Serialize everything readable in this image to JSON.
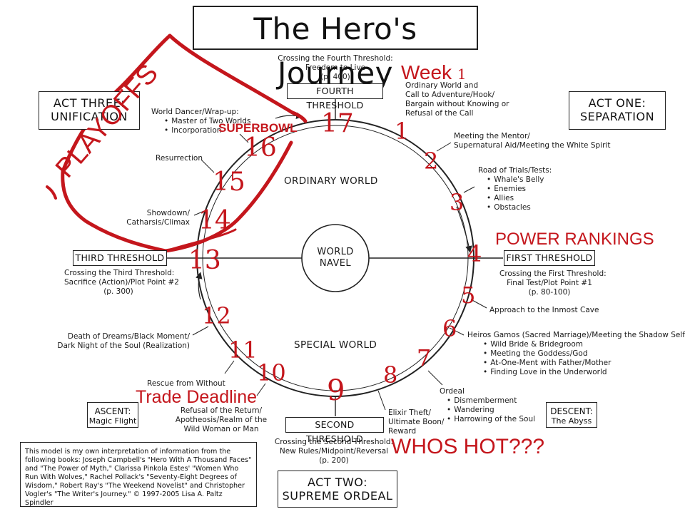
{
  "title": "The Hero's Journey",
  "acts": {
    "act_one": [
      "ACT ONE:",
      "SEPARATION"
    ],
    "act_two": [
      "ACT TWO:",
      "SUPREME ORDEAL"
    ],
    "act_three": [
      "ACT THREE:",
      "UNIFICATION"
    ],
    "ascent": [
      "ASCENT:",
      "Magic Flight"
    ],
    "descent": [
      "DESCENT:",
      "The Abyss"
    ]
  },
  "thresholds": {
    "first": "FIRST THRESHOLD",
    "second": "SECOND THRESHOLD",
    "third": "THIRD THRESHOLD",
    "fourth": "FOURTH THRESHOLD"
  },
  "worlds": {
    "ordinary": "ORDINARY WORLD",
    "special": "SPECIAL WORLD",
    "navel": [
      "WORLD",
      "NAVEL"
    ]
  },
  "stages": {
    "fourth_crossing": [
      "Crossing the Fourth Threshold:",
      "Freedom to Live",
      "(p. 400)"
    ],
    "ordinary_call": [
      "Ordinary World and",
      "Call to Adventure/Hook/",
      "Bargain without Knowing or",
      "Refusal of the Call"
    ],
    "mentor": [
      "Meeting the Mentor/",
      "Supernatural Aid/Meeting the White Spirit"
    ],
    "trials_title": "Road of Trials/Tests:",
    "trials_items": [
      "Whale's Belly",
      "Enemies",
      "Allies",
      "Obstacles"
    ],
    "first_crossing": [
      "Crossing the First Threshold:",
      "Final Test/Plot Point #1",
      "(p. 80-100)"
    ],
    "inmost_cave": "Approach to the Inmost Cave",
    "hieros_title": "Heiros Gamos (Sacred Marriage)/Meeting the Shadow Self",
    "hieros_items": [
      "Wild Bride & Bridegroom",
      "Meeting the Goddess/God",
      "At-One-Ment with Father/Mother",
      "Finding Love in the Underworld"
    ],
    "ordeal_title": "Ordeal",
    "ordeal_items": [
      "Dismemberment",
      "Wandering",
      "Harrowing of the Soul"
    ],
    "elixir": [
      "Elixir Theft/",
      "Ultimate Boon/",
      "Reward"
    ],
    "second_crossing": [
      "Crossing the Second Threshold:",
      "New Rules/Midpoint/Reversal",
      "(p. 200)"
    ],
    "refusal_return": [
      "Refusal of the Return/",
      "Apotheosis/Realm of the",
      "Wild Woman or Man"
    ],
    "rescue": "Rescue from Without",
    "death_dreams": [
      "Death of Dreams/Black Moment/",
      "Dark Night of the Soul (Realization)"
    ],
    "third_crossing": [
      "Crossing the Third Threshold:",
      "Sacrifice (Action)/Plot Point #2",
      "(p. 300)"
    ],
    "showdown": [
      "Showdown/",
      "Catharsis/Climax"
    ],
    "resurrection": "Resurrection",
    "dancer_title": "World Dancer/Wrap-up:",
    "dancer_items": [
      "Master of Two Worlds",
      "Incorporation"
    ]
  },
  "credits": "This model is my own interpretation of information from the following books: Joseph Campbell's \"Hero With A Thousand Faces\" and \"The Power of Myth,\" Clarissa Pinkola Estes' \"Women Who Run With Wolves,\" Rachel Pollack's \"Seventy-Eight Degrees of Wisdom,\" Robert Ray's \"The Weekend Novelist\" and Christopher Vogler's \"The Writer's Journey.\" © 1997-2005 Lisa A. Paltz Spindler",
  "annotations": {
    "week": "Week",
    "week_num": "1",
    "power_rankings": "POWER RANKINGS",
    "superbowl": "SUPERBOWL",
    "playoffs": "PLAYOFFS",
    "trade_deadline": "Trade Deadline",
    "whos_hot": "WHOS HOT???"
  },
  "week_numbers": [
    "1",
    "2",
    "3",
    "4",
    "5",
    "6",
    "7",
    "8",
    "9",
    "10",
    "11",
    "12",
    "13",
    "14",
    "15",
    "16",
    "17"
  ],
  "colors": {
    "annotation": "#c4161c",
    "ink": "#222222"
  }
}
